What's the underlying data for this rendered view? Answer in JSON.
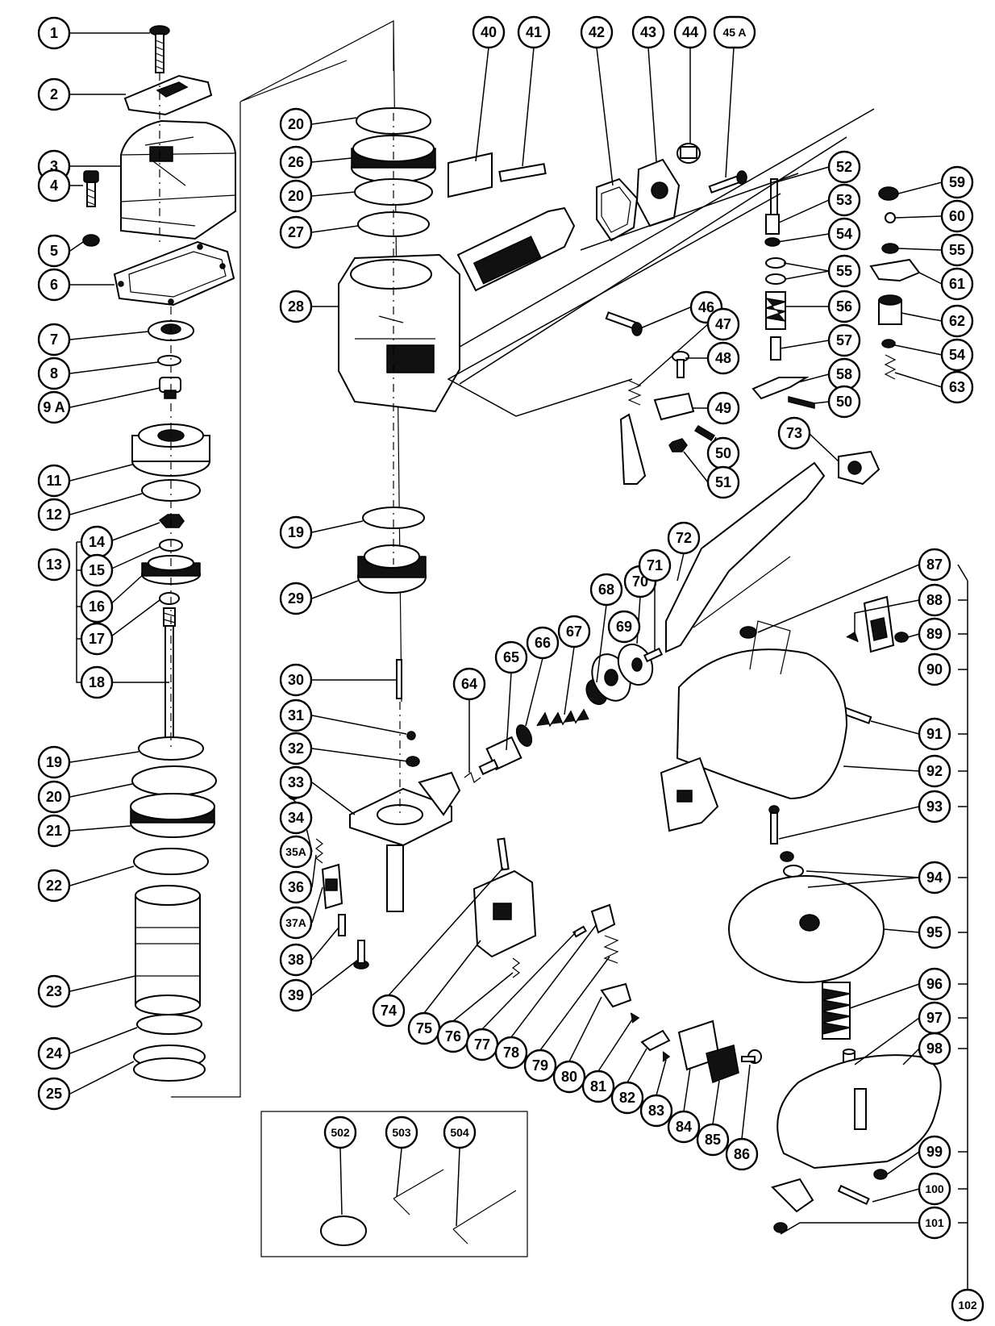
{
  "callouts": {
    "c1": "1",
    "c2": "2",
    "c3": "3",
    "c4": "4",
    "c5": "5",
    "c6": "6",
    "c7": "7",
    "c8": "8",
    "c9A": "9 A",
    "c11": "11",
    "c12": "12",
    "c13": "13",
    "c14": "14",
    "c15": "15",
    "c16": "16",
    "c17": "17",
    "c18": "18",
    "c19a": "19",
    "c20a": "20",
    "c21": "21",
    "c22": "22",
    "c23": "23",
    "c24": "24",
    "c25": "25",
    "c20b": "20",
    "c26": "26",
    "c20c": "20",
    "c27": "27",
    "c28": "28",
    "c19b": "19",
    "c29": "29",
    "c30": "30",
    "c31": "31",
    "c32": "32",
    "c33": "33",
    "c34": "34",
    "c35A": "35A",
    "c36": "36",
    "c37A": "37A",
    "c38": "38",
    "c39": "39",
    "c40": "40",
    "c41": "41",
    "c42": "42",
    "c43": "43",
    "c44": "44",
    "c45A": "45 A",
    "c46": "46",
    "c47": "47",
    "c48": "48",
    "c49": "49",
    "c50a": "50",
    "c51": "51",
    "c52": "52",
    "c53": "53",
    "c54a": "54",
    "c55a": "55",
    "c56": "56",
    "c57": "57",
    "c58": "58",
    "c50b": "50",
    "c59": "59",
    "c60": "60",
    "c55b": "55",
    "c61": "61",
    "c62": "62",
    "c54b": "54",
    "c63": "63",
    "c64": "64",
    "c65": "65",
    "c66": "66",
    "c67": "67",
    "c68": "68",
    "c69": "69",
    "c70": "70",
    "c71": "71",
    "c72": "72",
    "c73": "73",
    "c74": "74",
    "c75": "75",
    "c76": "76",
    "c77": "77",
    "c78": "78",
    "c79": "79",
    "c80": "80",
    "c81": "81",
    "c82": "82",
    "c83": "83",
    "c84": "84",
    "c85": "85",
    "c86": "86",
    "c87": "87",
    "c88": "88",
    "c89": "89",
    "c90": "90",
    "c91": "91",
    "c92": "92",
    "c93": "93",
    "c94": "94",
    "c95": "95",
    "c96": "96",
    "c97": "97",
    "c98": "98",
    "c99": "99",
    "c100": "100",
    "c101": "101",
    "c102": "102",
    "c502": "502",
    "c503": "503",
    "c504": "504"
  }
}
